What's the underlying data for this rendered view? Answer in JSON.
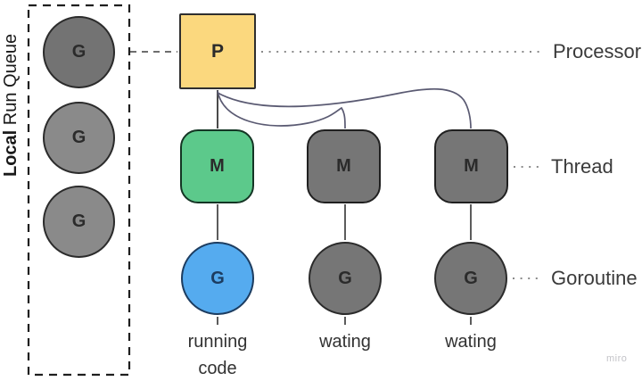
{
  "colors": {
    "processor-fill": "#fbd87e",
    "running-thread-fill": "#5cc98b",
    "running-goroutine-fill": "#55abef",
    "idle-fill": "#767676",
    "queue-circle-top-fill": "#737373",
    "queue-circle-fill": "#8a8a8a",
    "connector": "#5a5a72",
    "ink": "#2b2b2b"
  },
  "queue": {
    "title_bold": "Local",
    "title_rest": " Run Queue",
    "items": [
      {
        "label": "G"
      },
      {
        "label": "G"
      },
      {
        "label": "G"
      }
    ]
  },
  "rows": {
    "processor": {
      "node": "P",
      "annotation": "Processor"
    },
    "thread": {
      "annotation": "Thread"
    },
    "goroutine": {
      "annotation": "Goroutine"
    }
  },
  "columns": [
    {
      "thread": "M",
      "goroutine": "G",
      "caption": "running code",
      "state": "running"
    },
    {
      "thread": "M",
      "goroutine": "G",
      "caption": "wating",
      "state": "waiting"
    },
    {
      "thread": "M",
      "goroutine": "G",
      "caption": "wating",
      "state": "waiting"
    }
  ],
  "watermark": "miro"
}
